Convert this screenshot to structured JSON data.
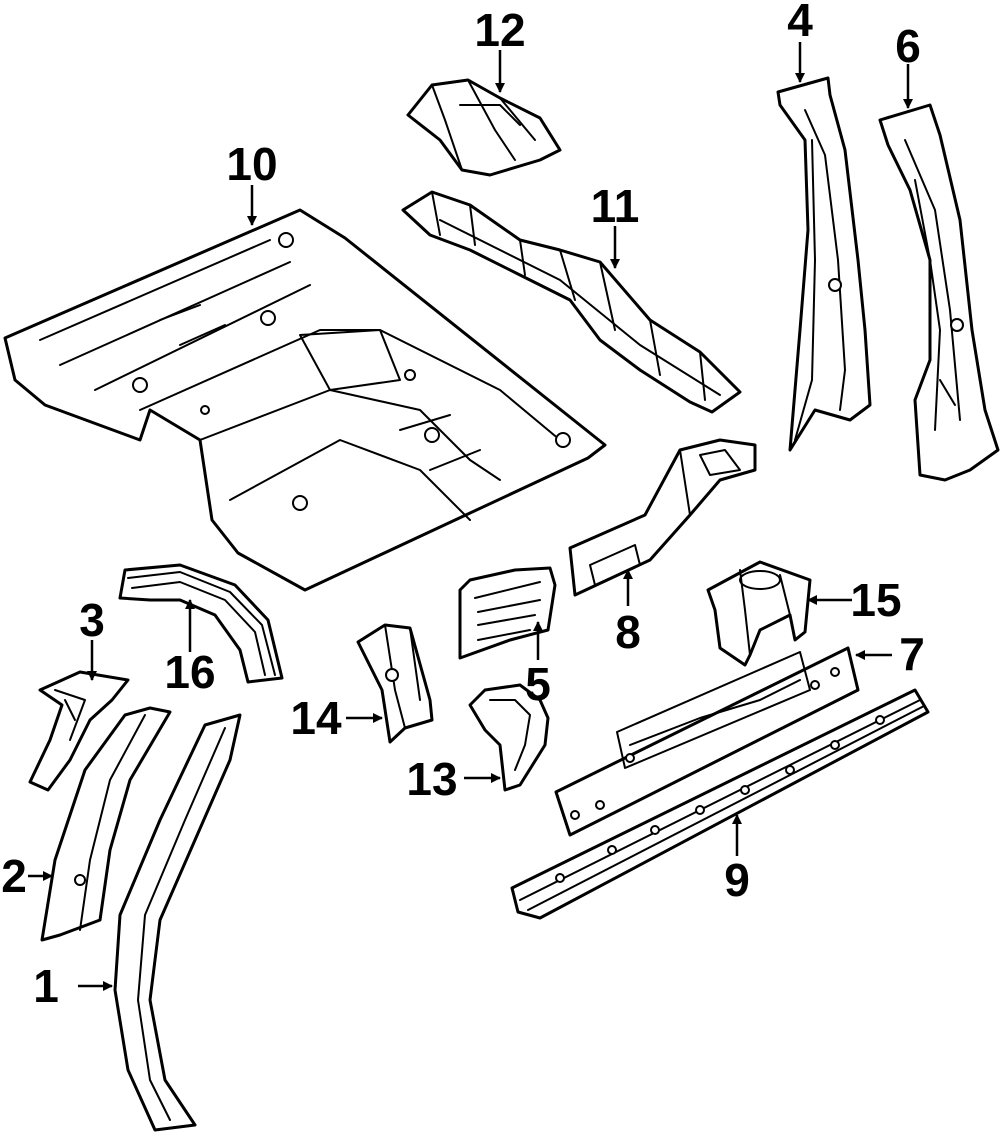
{
  "diagram": {
    "callouts": {
      "c1": "1",
      "c2": "2",
      "c3": "3",
      "c4": "4",
      "c5": "5",
      "c6": "6",
      "c7": "7",
      "c8": "8",
      "c9": "9",
      "c10": "10",
      "c11": "11",
      "c12": "12",
      "c13": "13",
      "c14": "14",
      "c15": "15",
      "c16": "16"
    },
    "colors": {
      "line": "#000000",
      "background": "#ffffff"
    }
  }
}
